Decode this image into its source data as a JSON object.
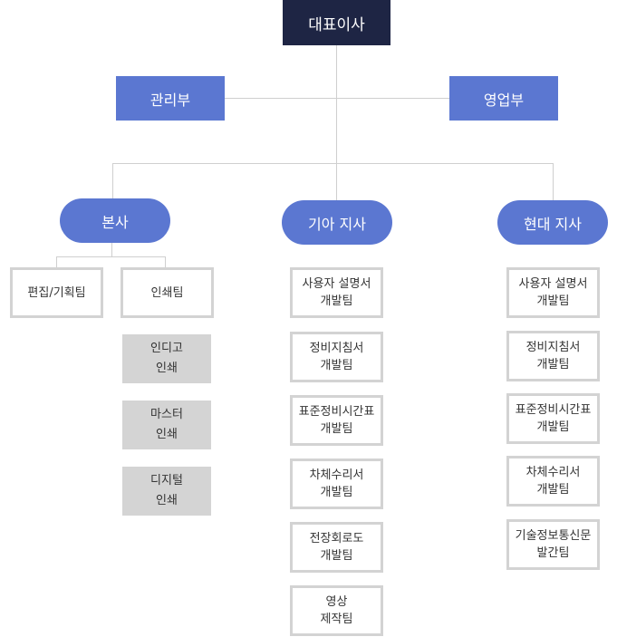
{
  "colors": {
    "ceo_bg": "#1e2544",
    "dept_bg": "#5b77d1",
    "team_border": "#d3d3d3",
    "sub_bg": "#d4d4d4",
    "connector": "#cfcfcf"
  },
  "org": {
    "ceo": "대표이사",
    "departments": [
      {
        "label": "관리부"
      },
      {
        "label": "영업부"
      }
    ],
    "branches": [
      {
        "label": "본사",
        "teams": [
          {
            "label": "편집/기획팀"
          },
          {
            "label": "인쇄팀",
            "subunits": [
              {
                "label": "인디고\n인쇄"
              },
              {
                "label": "마스터\n인쇄"
              },
              {
                "label": "디지털\n인쇄"
              }
            ]
          }
        ]
      },
      {
        "label": "기아 지사",
        "teams": [
          {
            "label": "사용자 설명서\n개발팀"
          },
          {
            "label": "정비지침서\n개발팀"
          },
          {
            "label": "표준정비시간표\n개발팀"
          },
          {
            "label": "차체수리서\n개발팀"
          },
          {
            "label": "전장회로도\n개발팀"
          },
          {
            "label": "영상\n제작팀"
          }
        ]
      },
      {
        "label": "현대 지사",
        "teams": [
          {
            "label": "사용자 설명서\n개발팀"
          },
          {
            "label": "정비지침서\n개발팀"
          },
          {
            "label": "표준정비시간표\n개발팀"
          },
          {
            "label": "차체수리서\n개발팀"
          },
          {
            "label": "기술정보통신문\n발간팀"
          }
        ]
      }
    ]
  }
}
